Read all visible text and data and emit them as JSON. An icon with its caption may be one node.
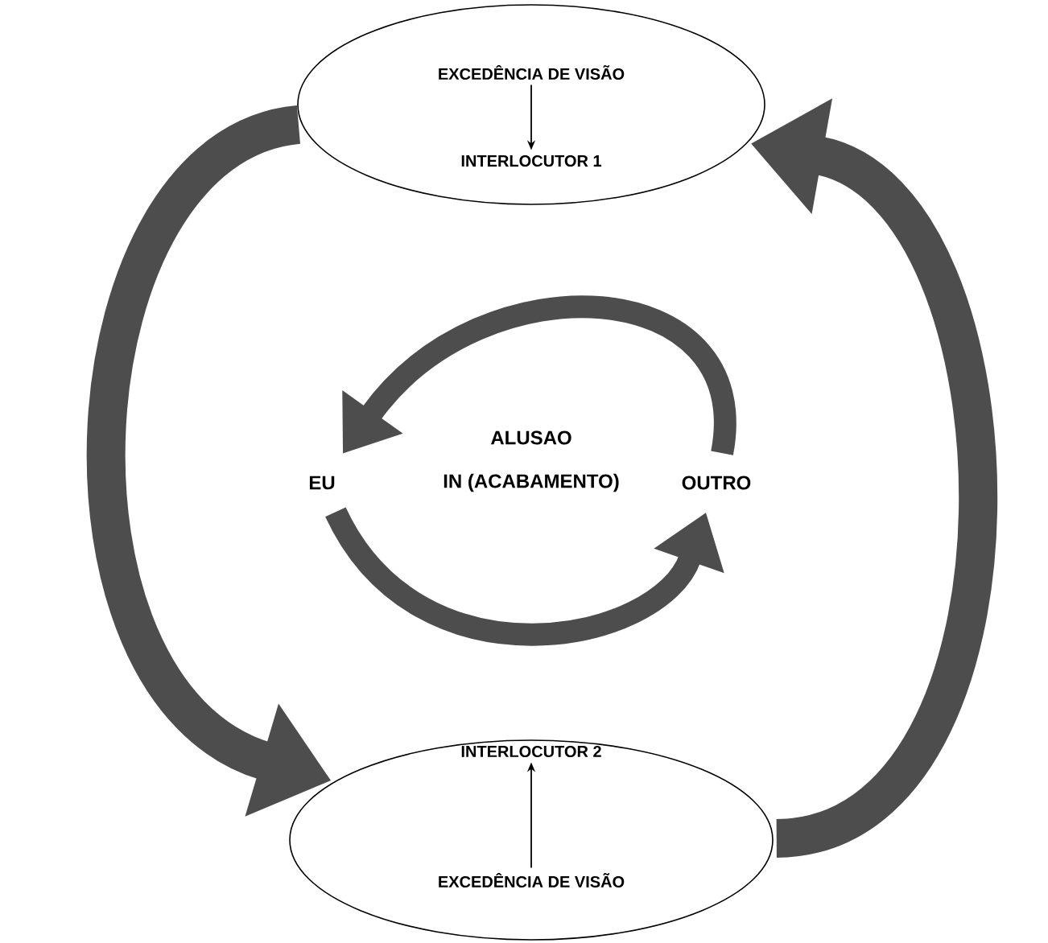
{
  "diagram": {
    "nodes": [
      {
        "text": [],
        "shape": "ellipse"
      },
      {
        "text": [
          "EXCEDÊNCIA DE VISÃO"
        ],
        "in": 0
      },
      {
        "text": [
          "INTERLOCUTOR 1"
        ],
        "in": 0
      },
      {
        "text": [],
        "shape": "ellipse"
      },
      {
        "text": [
          "INTERLOCUTOR 2"
        ],
        "in": 3
      },
      {
        "text": [
          "EXCEDÊNCIA DE VISÃO"
        ],
        "in": 3
      },
      {
        "text": [
          "EU"
        ]
      },
      {
        "text": [
          "OUTRO"
        ]
      }
    ],
    "edges": [
      {
        "from": 1,
        "to": 2,
        "arrow": "to"
      },
      {
        "from": 5,
        "to": 4,
        "arrow": "to"
      },
      {
        "from": 0,
        "to": 3,
        "arrow": "to",
        "color": "#4d4d4d"
      },
      {
        "from": 3,
        "to": 0,
        "arrow": "to",
        "color": "#4d4d4d"
      },
      {
        "from": 7,
        "to": 6,
        "arrow": "to",
        "color": "#4d4d4d"
      },
      {
        "from": 6,
        "to": 7,
        "arrow": "to",
        "color": "#4d4d4d"
      }
    ],
    "labels": [
      "ALUSAO",
      "IN (ACABAMENTO)"
    ]
  }
}
